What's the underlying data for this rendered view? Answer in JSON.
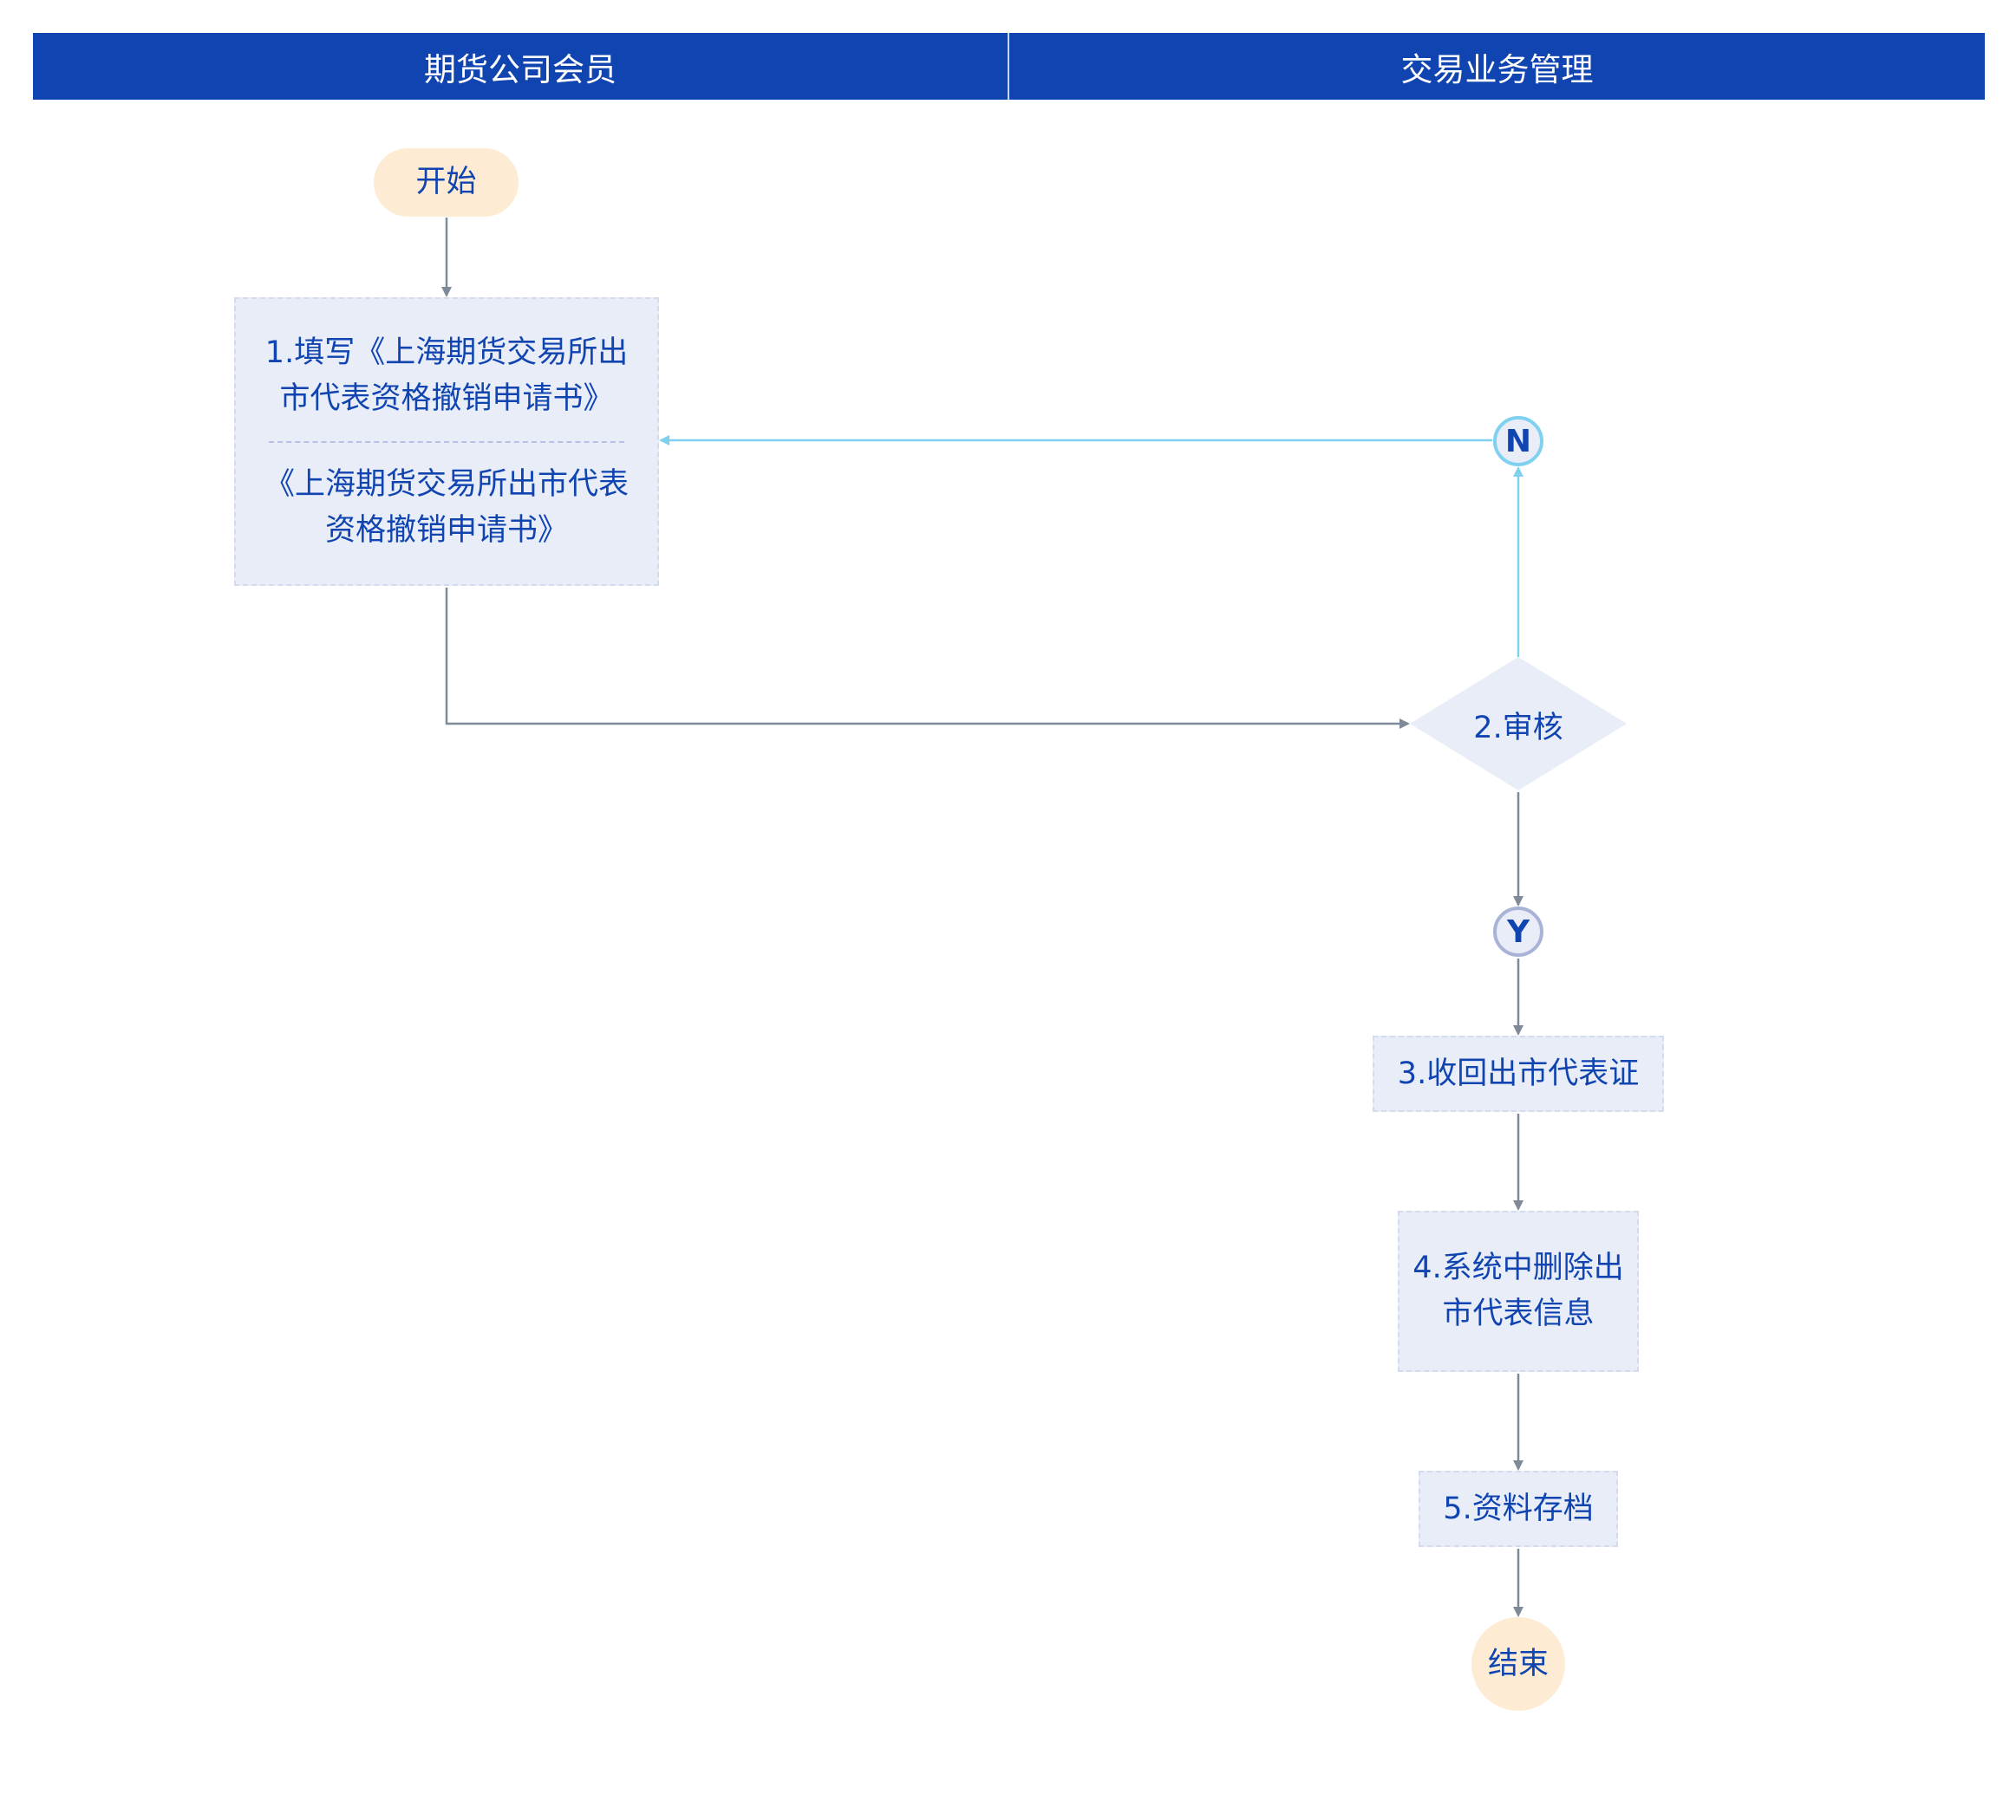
{
  "lanes": [
    {
      "title": "期货公司会员"
    },
    {
      "title": "交易业务管理"
    }
  ],
  "nodes": {
    "start": "开始",
    "step1_title": "1.填写《上海期货交易所出市代表资格撤销申请书》",
    "step1_document": "《上海期货交易所出市代表资格撤销申请书》",
    "step2": "2.审核",
    "branch_no": "N",
    "branch_yes": "Y",
    "step3": "3.收回出市代表证",
    "step4": "4.系统中删除出市代表信息",
    "step5": "5.资料存档",
    "end": "结束"
  },
  "colors": {
    "header": "#1044b0",
    "node_fill": "#e8edf8",
    "terminal_fill": "#fdecd3",
    "text": "#1044b0",
    "arrow": "#7f8a99",
    "reject_arrow": "#7fd1ef"
  }
}
